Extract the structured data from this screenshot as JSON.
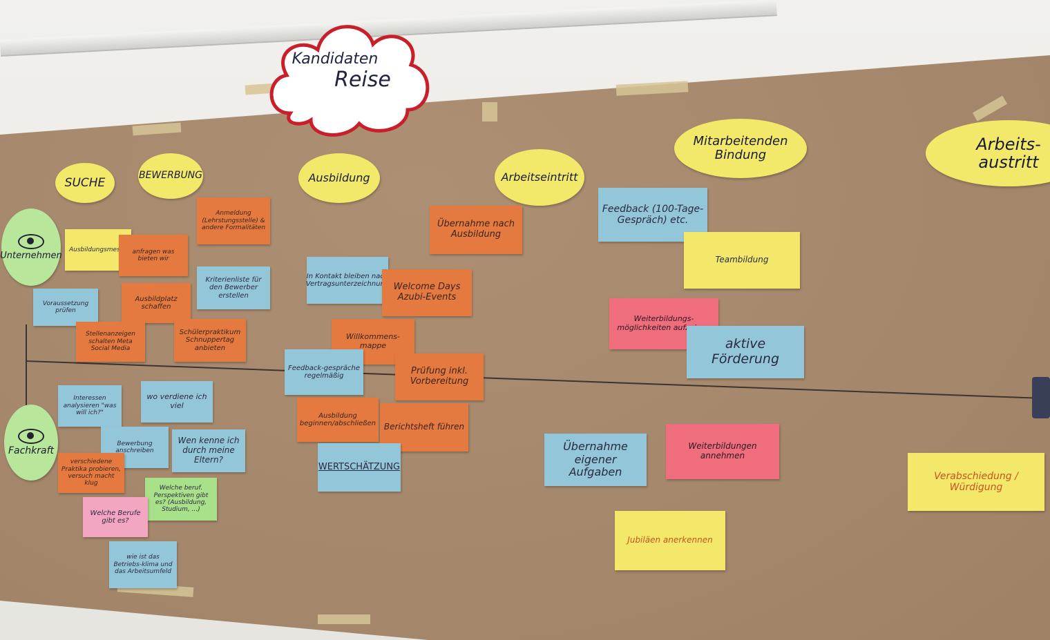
{
  "title": {
    "line1": "Kandidaten",
    "line2": "Reise"
  },
  "phases": [
    "SUCHE",
    "BEWERBUNG",
    "Ausbildung",
    "Arbeitseintritt",
    "Mitarbeitenden Bindung",
    "Arbeits-austritt"
  ],
  "personas": [
    "Unternehmen",
    "Fachkraft"
  ],
  "notes": {
    "ausbildungsmesse": "Ausbildungsmesse",
    "anfragen": "anfragen was bieten wir",
    "voraussetzung": "Voraussetzung prüfen",
    "ausbildplatz": "Ausbildplatz schaffen",
    "stellenanzeigen": "Stellenanzeigen schalten Meta Social Media",
    "anmeldung": "Anmeldung (Lehrstungsstelle) & andere Formalitäten",
    "kriterienliste": "Kriterienliste für den Bewerber erstellen",
    "schuelerpraktikum": "Schülerpraktikum Schnuppertag anbieten",
    "kontakt": "In Kontakt bleiben nach Vertragsunterzeichnung",
    "welcome": "Welcome Days Azubi-Events",
    "willkommensmappe": "Willkommens-mappe",
    "feedback_regel": "Feedback-gespräche regelmäßig",
    "pruefung": "Prüfung inkl. Vorbereitung",
    "ausbildung_beginnen": "Ausbildung beginnen/abschließen",
    "berichtsheft": "Berichtsheft führen",
    "wertschaetzung": "WERTSCHÄTZUNG",
    "uebernahme_ausbildung": "Übernahme nach Ausbildung",
    "feedback_100": "Feedback (100-Tage-Gespräch) etc.",
    "teambildung": "Teambildung",
    "weiterbildung_aufzeigen": "Weiterbildungs-möglichkeiten aufzeigen",
    "aktive_foerderung": "aktive Förderung",
    "interessen": "Interessen analysieren \"was will ich?\"",
    "verdiene": "wo verdiene ich viel",
    "bewerbung_anschreiben": "Bewerbung anschreiben",
    "wen_kenne": "Wen kenne ich durch meine Eltern?",
    "praktika": "verschiedene Praktika probieren, versuch macht klug",
    "perspektiven": "Welche beruf. Perspektiven gibt es? (Ausbildung, Studium, ...)",
    "berufe": "Welche Berufe gibt es?",
    "betrieb": "wie ist das Betriebs-klima und das Arbeitsumfeld",
    "uebernahme_aufgaben": "Übernahme eigener Aufgaben",
    "weiterbildung_annehmen": "Weiterbildungen annehmen",
    "jubilaeen": "Jubiläen anerkennen",
    "verabschiedung": "Verabschiedung / Würdigung"
  },
  "colors": {
    "kraft_paper": "#a8896b",
    "yellow": "#f4e86a",
    "orange": "#e57a40",
    "blue": "#93c6d8",
    "red": "#ef6d7c",
    "pink": "#f3a6c2",
    "green": "#b8e79b",
    "cloud_border": "#c8202a"
  }
}
